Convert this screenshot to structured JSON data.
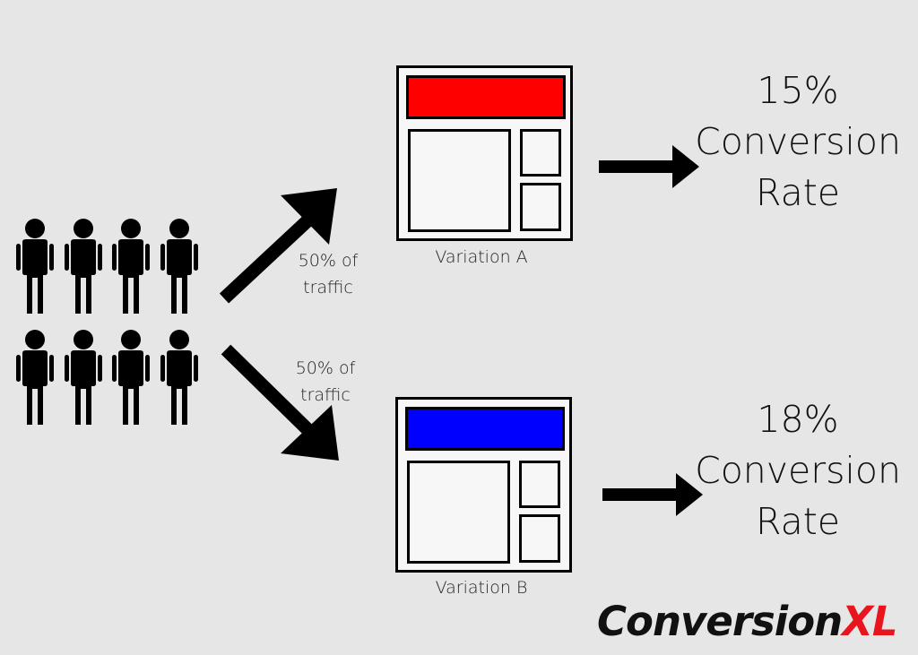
{
  "traffic": {
    "top_line1": "50% of",
    "top_line2": "traffic",
    "bottom_line1": "50% of",
    "bottom_line2": "traffic"
  },
  "variation_a": {
    "label": "Variation A",
    "header_color": "#ff0000",
    "rate_value": "15%",
    "rate_line2": "Conversion",
    "rate_line3": "Rate"
  },
  "variation_b": {
    "label": "Variation B",
    "header_color": "#0000ff",
    "rate_value": "18%",
    "rate_line2": "Conversion",
    "rate_line3": "Rate"
  },
  "brand": {
    "name_dark": "Conversion",
    "name_accent": "XL",
    "dark_color": "#111111",
    "accent_color": "#e8141e"
  },
  "icons": {
    "person": "person-icon",
    "arrow": "arrow-icon"
  }
}
